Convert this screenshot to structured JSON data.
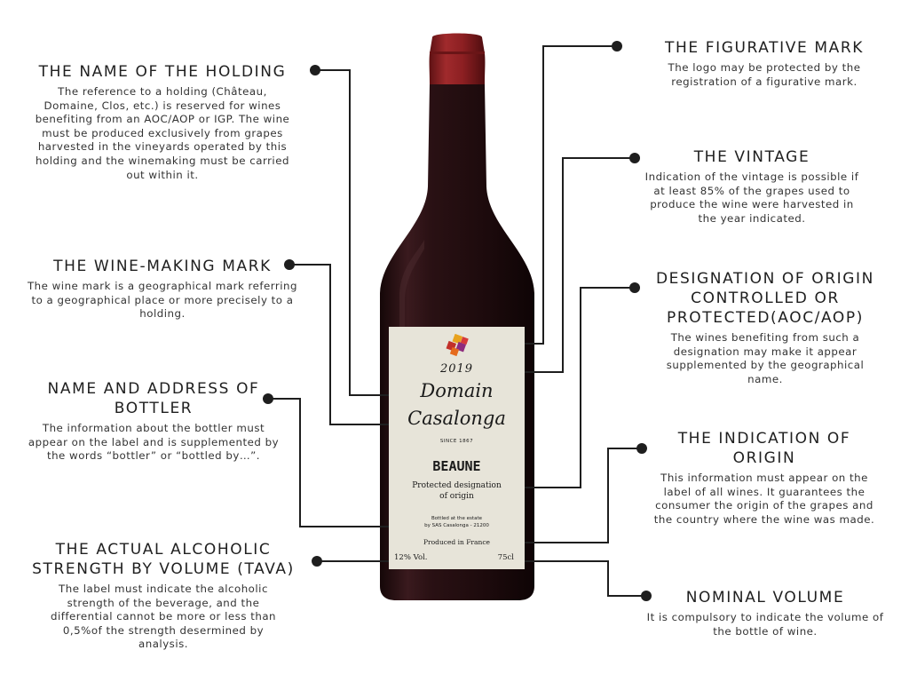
{
  "callouts": {
    "holding": {
      "title": "THE NAME OF THE HOLDING",
      "text": "The reference to a holding (Château, Domaine, Clos, etc.) is reserved for wines benefiting from an AOC/AOP or IGP. The wine must be produced exclusively from grapes harvested in the vineyards operated by this holding and the winemaking must be carried out within it."
    },
    "winemark": {
      "title": "THE WINE-MAKING MARK",
      "text": "The wine mark is a geographical mark referring to a geographical place or more precisely to a holding."
    },
    "bottler": {
      "title": "NAME AND ADDRESS OF BOTTLER",
      "text": "The information about the bottler must appear on the label and is supplemented by the words “bottler” or “bottled by…”."
    },
    "tava": {
      "title": "THE ACTUAL ALCOHOLIC STRENGTH BY VOLUME (TAVA)",
      "text": "The label must indicate the alcoholic strength of the beverage, and the differential cannot be more or less than 0,5%of the strength desermined by analysis."
    },
    "figurative": {
      "title": "THE FIGURATIVE MARK",
      "text": "The logo may be protected by the registration of a figurative mark."
    },
    "vintage": {
      "title": "THE VINTAGE",
      "text": "Indication of the vintage is possible if at least 85% of the grapes used to produce the wine were harvested in the year indicated."
    },
    "aoc": {
      "title": "DESIGNATION OF ORIGIN CONTROLLED OR PROTECTED(AOC/AOP)",
      "text": "The wines benefiting from such a designation may make it appear supplemented by the geographical name."
    },
    "origin": {
      "title": "THE INDICATION OF ORIGIN",
      "text": "This information must appear on the label of all wines. It guarantees the consumer the origin of the grapes and the country where the wine was made."
    },
    "volume": {
      "title": "NOMINAL VOLUME",
      "text": "It is compulsory to indicate the volume of the bottle of wine."
    }
  },
  "label": {
    "vintage": "2019",
    "domain_line1": "Domain",
    "domain_line2": "Casalonga",
    "since": "SINCE 1867",
    "appellation": "BEAUNE",
    "pdo_line1": "Protected designation",
    "pdo_line2": "of origin",
    "bottled_line1": "Bottled at the estate",
    "bottled_line2": "by SAS Casalonga - 21200",
    "produced": "Produced in France",
    "alcohol": "12% Vol.",
    "volume": "75cl"
  },
  "colors": {
    "bottle": "#2a1216",
    "capsule": "#8c1f22",
    "label_bg": "#e7e4d9",
    "connector": "#1e1e1e"
  }
}
